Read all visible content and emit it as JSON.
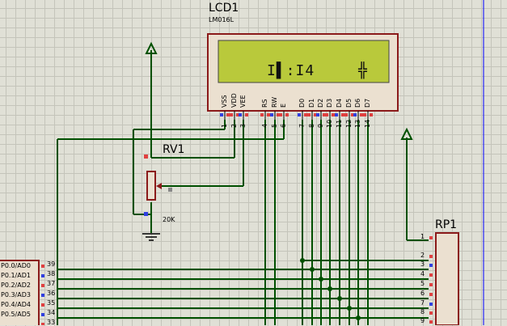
{
  "lcd": {
    "ref": "LCD1",
    "model": "LM016L",
    "display_text": "I▌:I4",
    "display_right": "╬",
    "pins": [
      {
        "num": "1",
        "name": "VSS"
      },
      {
        "num": "2",
        "name": "VDD"
      },
      {
        "num": "3",
        "name": "VEE"
      },
      {
        "num": "4",
        "name": "RS"
      },
      {
        "num": "5",
        "name": "RW"
      },
      {
        "num": "6",
        "name": "E"
      },
      {
        "num": "7",
        "name": "D0"
      },
      {
        "num": "8",
        "name": "D1"
      },
      {
        "num": "9",
        "name": "D2"
      },
      {
        "num": "10",
        "name": "D3"
      },
      {
        "num": "11",
        "name": "D4"
      },
      {
        "num": "12",
        "name": "D5"
      },
      {
        "num": "13",
        "name": "D6"
      },
      {
        "num": "14",
        "name": "D7"
      }
    ]
  },
  "pot": {
    "ref": "RV1",
    "value": "20K"
  },
  "rpack": {
    "ref": "RP1",
    "pins": [
      "1",
      "2",
      "3",
      "4",
      "5",
      "6",
      "7",
      "8",
      "9"
    ]
  },
  "mcu": {
    "pins": [
      {
        "num": "39",
        "name": "P0.0/AD0"
      },
      {
        "num": "38",
        "name": "P0.1/AD1"
      },
      {
        "num": "37",
        "name": "P0.2/AD2"
      },
      {
        "num": "36",
        "name": "P0.3/AD3"
      },
      {
        "num": "35",
        "name": "P0.4/AD4"
      },
      {
        "num": "34",
        "name": "P0.5/AD5"
      },
      {
        "num": "33",
        "name": ""
      }
    ]
  },
  "colors": {
    "wire": "#005000",
    "body": "#8b1a1a",
    "lcd_screen": "#b8c83a",
    "pin_red": "#e04040",
    "pin_blue": "#3040e0",
    "crosshair": "#0000ff"
  }
}
